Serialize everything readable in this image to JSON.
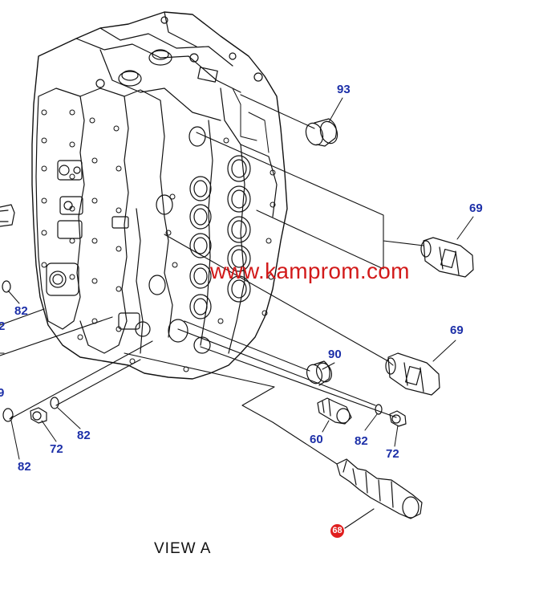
{
  "watermark": "www.kamprom.com",
  "caption": "VIEW  A",
  "callouts": {
    "c93": "93",
    "c69a": "69",
    "c69b": "69",
    "c90": "90",
    "c82a": "82",
    "c82b": "82",
    "c82c": "82",
    "c82d": "82",
    "c72a": "72",
    "c72b": "72",
    "c60": "60",
    "c68": "68",
    "c2": "2",
    "c9": "9"
  },
  "colors": {
    "line": "#111111",
    "callout": "#1c2fa8",
    "watermark": "#d21a1a",
    "highlight": "#e01e1e"
  }
}
